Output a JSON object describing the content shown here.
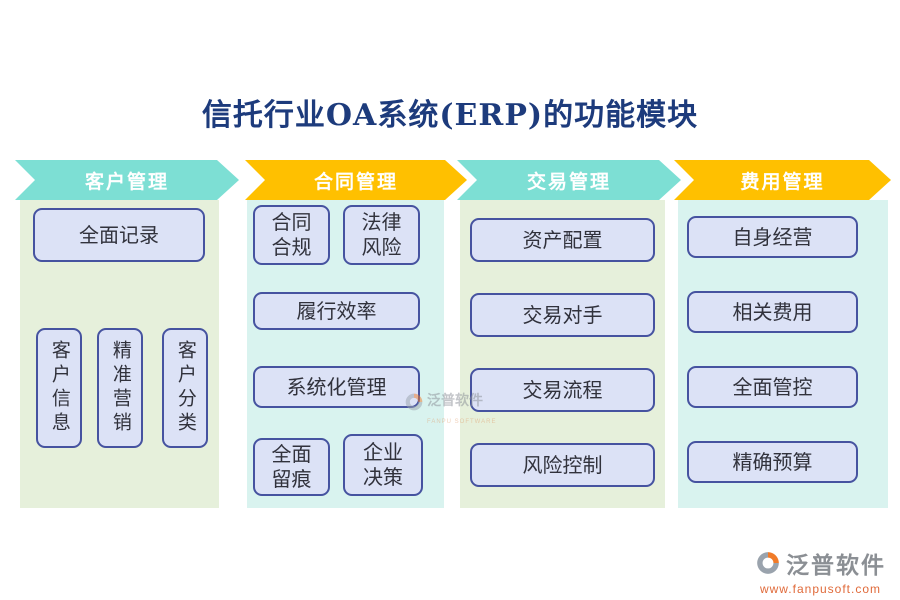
{
  "title": "信托行业OA系统(ERP)的功能模块",
  "colors": {
    "header_teal": "#7ddfd4",
    "header_orange": "#ffc000",
    "panel_green": "#e6f0db",
    "panel_cyan": "#d9f3ef",
    "box_fill": "#dce2f6",
    "box_border": "#4653a0",
    "title_text": "#1d3b7c",
    "brand_gray": "#8b8f94",
    "brand_orange": "#e06a3a"
  },
  "columns": [
    {
      "header": "客户管理",
      "boxes": [
        {
          "label": "全面记录"
        }
      ],
      "vertical_boxes": [
        {
          "label": "客户信息"
        },
        {
          "label": "精准营销"
        },
        {
          "label": "客户分类"
        }
      ]
    },
    {
      "header": "合同管理",
      "row1": [
        {
          "line1": "合同",
          "line2": "合规"
        },
        {
          "line1": "法律",
          "line2": "风险"
        }
      ],
      "row2": {
        "label": "履行效率"
      },
      "row3": {
        "label": "系统化管理"
      },
      "row4": [
        {
          "line1": "全面",
          "line2": "留痕"
        },
        {
          "line1": "企业",
          "line2": "决策"
        }
      ]
    },
    {
      "header": "交易管理",
      "boxes": [
        {
          "label": "资产配置"
        },
        {
          "label": "交易对手"
        },
        {
          "label": "交易流程"
        },
        {
          "label": "风险控制"
        }
      ]
    },
    {
      "header": "费用管理",
      "boxes": [
        {
          "label": "自身经营"
        },
        {
          "label": "相关费用"
        },
        {
          "label": "全面管控"
        },
        {
          "label": "精确预算"
        }
      ]
    }
  ],
  "watermark": {
    "name": "泛普软件",
    "sub": "FANPU SOFTWARE"
  },
  "footer": {
    "name": "泛普软件",
    "url": "www.fanpusoft.com"
  }
}
